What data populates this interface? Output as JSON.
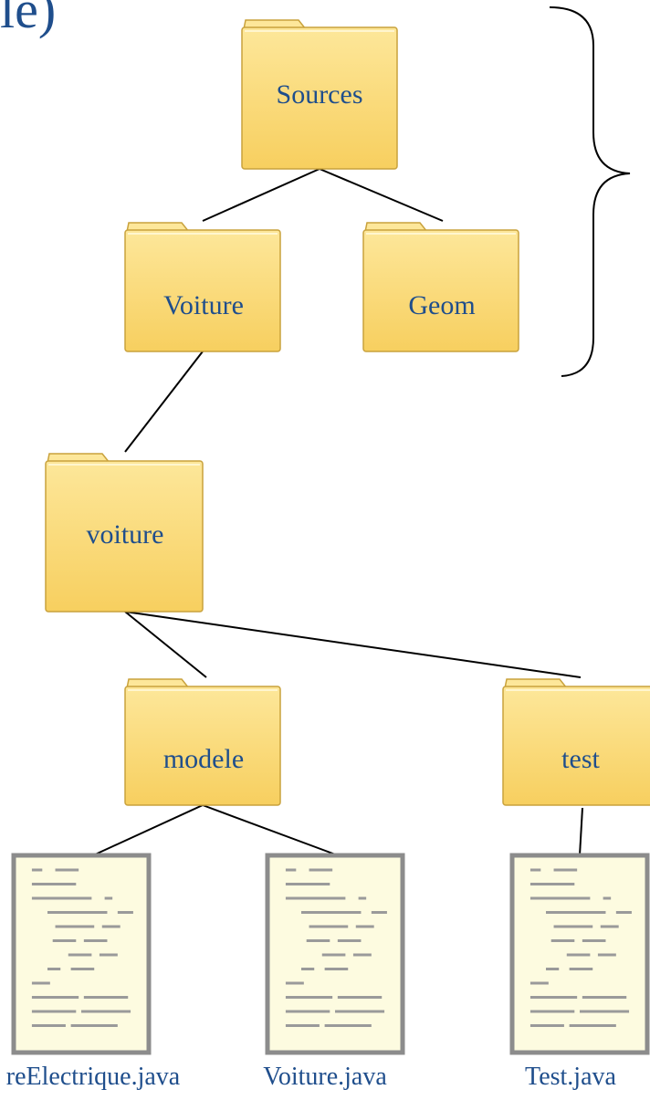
{
  "heading_fragment": "le)",
  "folders": {
    "sources": "Sources",
    "voiture_top": "Voiture",
    "geom": "Geom",
    "voiture_pkg": "voiture",
    "modele": "modele",
    "test": "test"
  },
  "files": {
    "voiture_electrique": "reElectrique.java",
    "voiture_java": "Voiture.java",
    "test_java": "Test.java"
  },
  "colors": {
    "text": "#1f4e8c",
    "folder_fill": "#f7cf5f",
    "folder_fill_light": "#fde79a",
    "folder_edge": "#c9a23c",
    "file_border": "#8c8c8c",
    "file_paper": "#fdfbe0",
    "file_lines": "#9a9a9a",
    "connector": "#000000"
  }
}
